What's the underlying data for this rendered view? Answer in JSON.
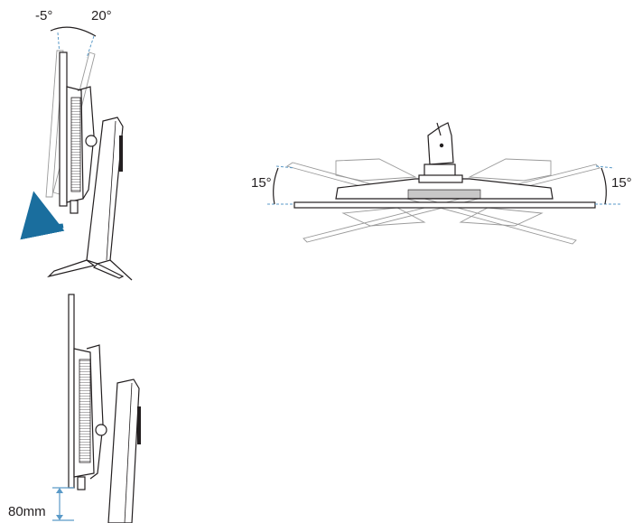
{
  "tilt": {
    "forward_label": "-5°",
    "backward_label": "20°"
  },
  "swivel": {
    "left_label": "15°",
    "right_label": "15°"
  },
  "height": {
    "label": "80mm"
  },
  "colors": {
    "line": "#231f20",
    "ghost": "#9a9a9a",
    "accent": "#1a6e9e",
    "dash": "#5a9ac8"
  },
  "icons": {
    "rotate_arrow": "curved-arrow-icon"
  }
}
